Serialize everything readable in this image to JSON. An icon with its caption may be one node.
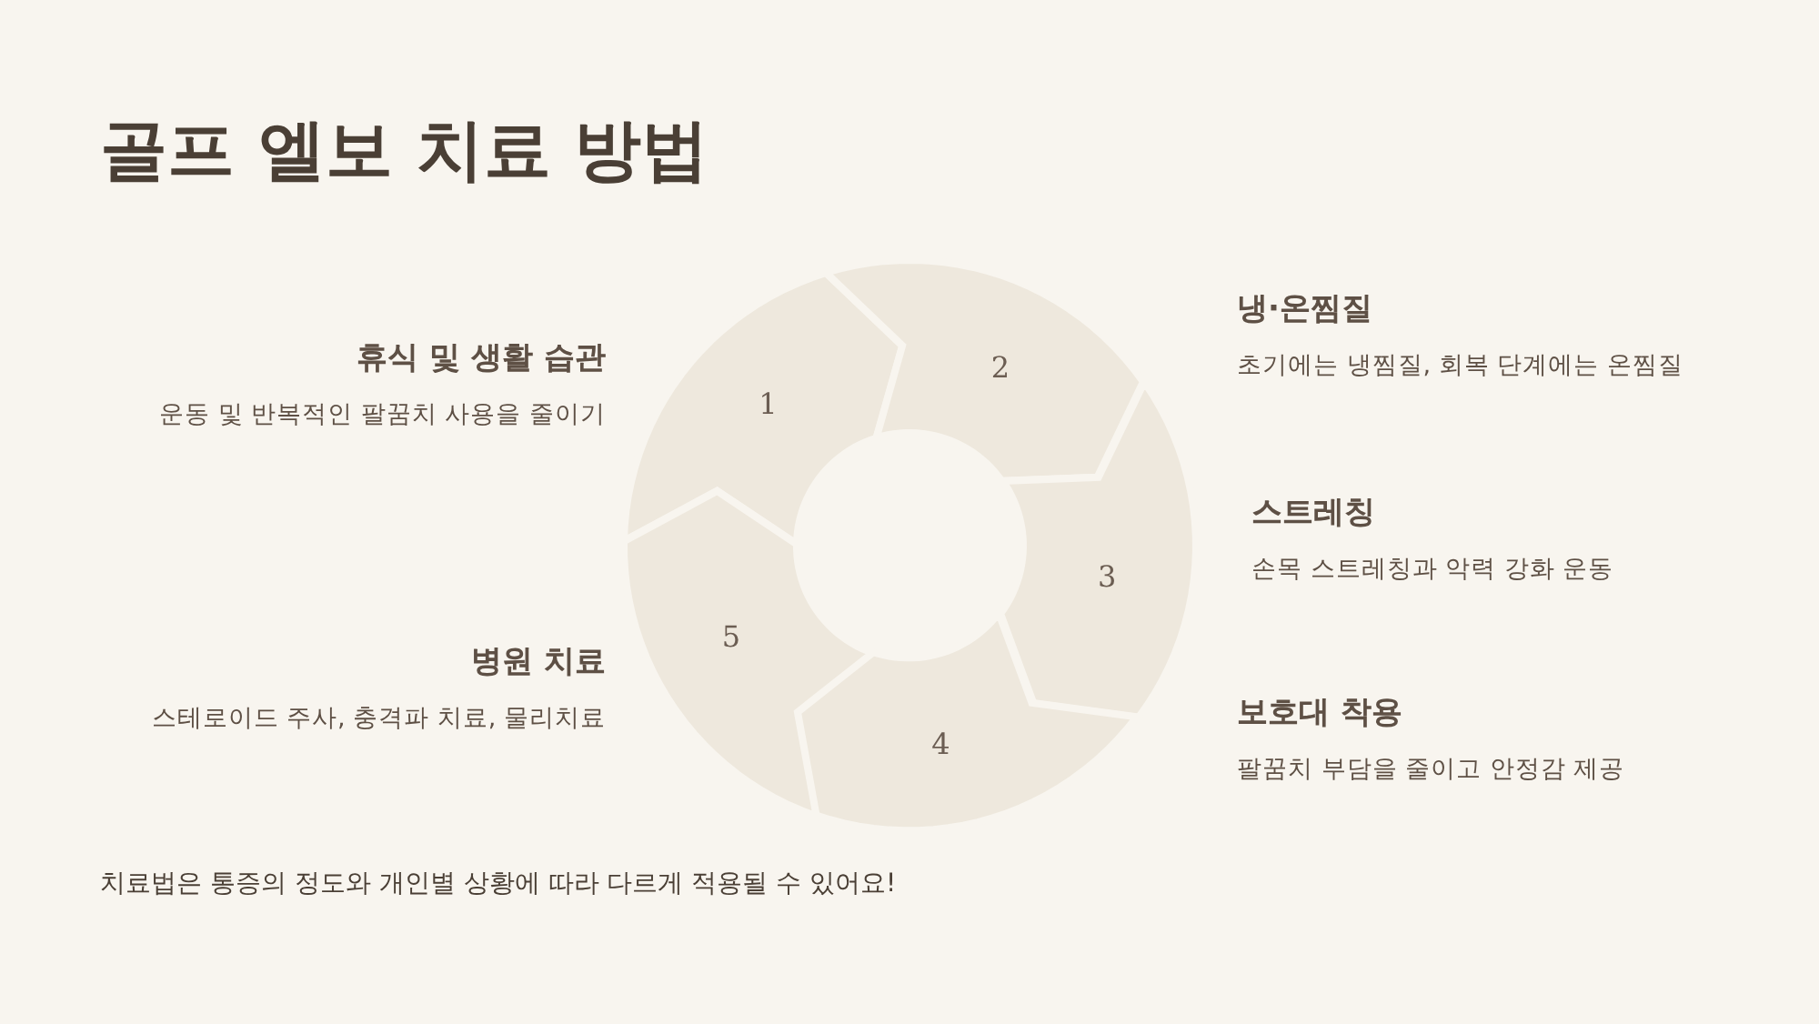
{
  "diagram": {
    "title": "골프 엘보 치료 방법",
    "nodes": [
      {
        "text": [
          "1"
        ],
        "beside": [
          "휴식 및 생활 습관",
          "운동 및 반복적인 팔꿈치 사용을 줄이기"
        ]
      },
      {
        "text": [
          "2"
        ],
        "beside": [
          "냉·온찜질",
          "초기에는 냉찜질, 회복 단계에는 온찜질"
        ]
      },
      {
        "text": [
          "3"
        ],
        "beside": [
          "스트레칭",
          "손목 스트레칭과 악력 강화 운동"
        ]
      },
      {
        "text": [
          "4"
        ],
        "beside": [
          "보호대 착용",
          "팔꿈치 부담을 줄이고 안정감 제공"
        ]
      },
      {
        "text": [
          "5"
        ],
        "beside": [
          "병원 치료",
          "스테로이드 주사, 충격파 치료, 물리치료"
        ]
      }
    ],
    "labels": [
      "치료법은 통증의 정도와 개인별 상황에 따라 다르게 적용될 수 있어요!"
    ]
  }
}
